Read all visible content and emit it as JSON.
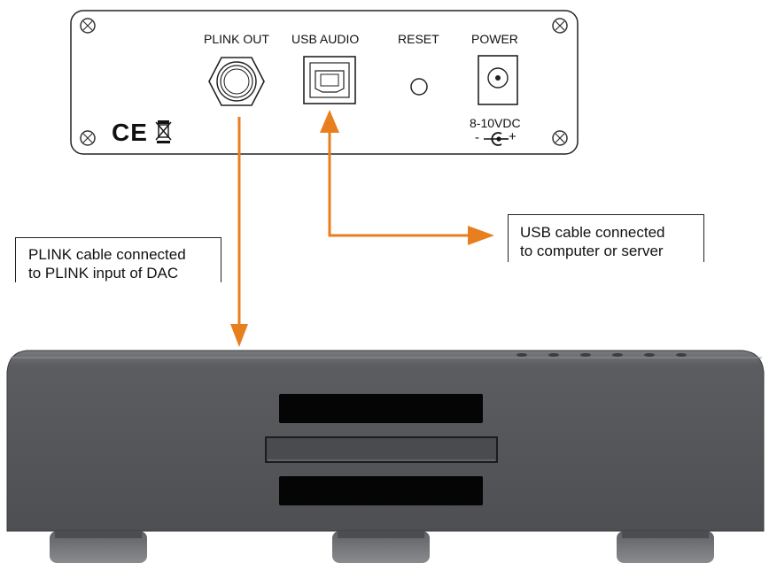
{
  "panel": {
    "ports": {
      "plink_out": "PLINK OUT",
      "usb_audio": "USB AUDIO",
      "reset": "RESET",
      "power": "POWER"
    },
    "voltage": "8-10VDC",
    "polarity_minus": "-",
    "polarity_plus": "+",
    "ce_mark": "CE"
  },
  "callouts": {
    "plink": {
      "line1": "PLINK cable connected",
      "line2": "to PLINK input of DAC"
    },
    "usb": {
      "line1": "USB cable connected",
      "line2": "to computer or server"
    }
  },
  "colors": {
    "arrow": "#e87f1e",
    "dac_body": "#5a5b5d",
    "slot": "#050505"
  }
}
